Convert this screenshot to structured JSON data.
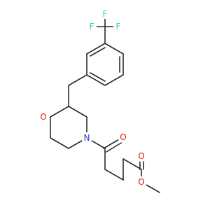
{
  "structure": {
    "colors": {
      "bond": "#2b2b2b",
      "F": "#33cccc",
      "O": "#e8141c",
      "N": "#2c3bd6",
      "background": "#ffffff"
    },
    "atoms": {
      "F1": "F",
      "F2": "F",
      "F3": "F",
      "O_ring": "O",
      "N_ring": "N",
      "O_ketone": "O",
      "O_ester_carbonyl": "O",
      "O_ester": "O"
    }
  }
}
